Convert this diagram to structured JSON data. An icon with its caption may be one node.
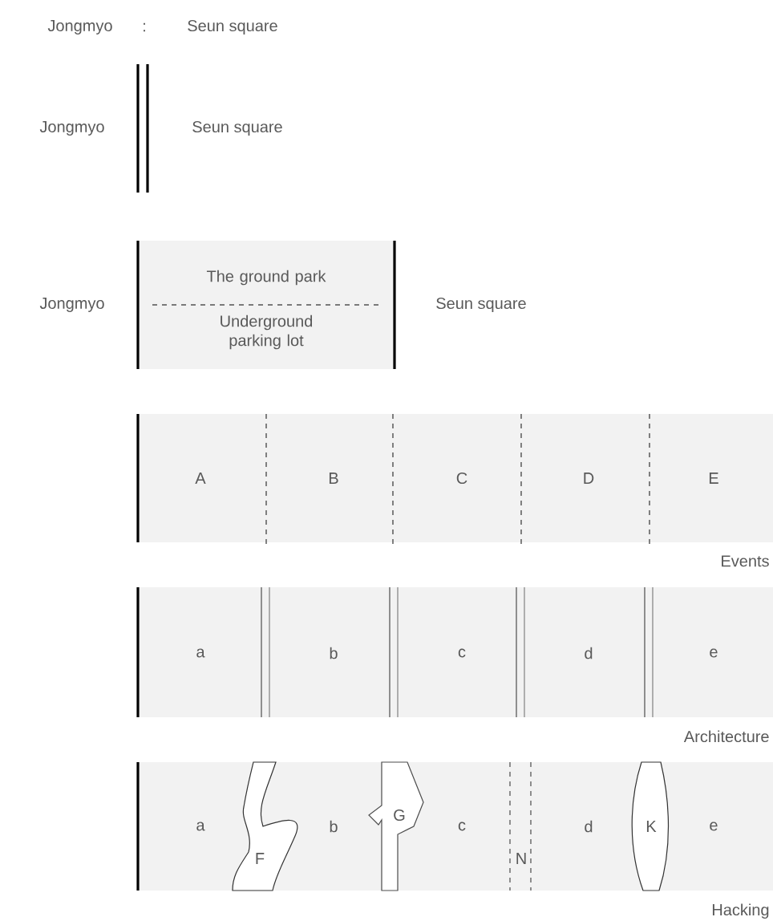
{
  "diagram": {
    "nodes": [
      {
        "text": [
          "The ground park",
          "Underground parking lot"
        ]
      },
      {
        "text": [],
        "shape": "box",
        "beside": [
          "Events"
        ]
      },
      {
        "text": [
          "A"
        ],
        "in": 1
      },
      {
        "text": [
          "B"
        ],
        "in": 1
      },
      {
        "text": [
          "C"
        ],
        "in": 1
      },
      {
        "text": [
          "D"
        ],
        "in": 1
      },
      {
        "text": [
          "E"
        ],
        "in": 1
      },
      {
        "text": [],
        "shape": "box",
        "beside": [
          "Architecture"
        ]
      },
      {
        "text": [
          "a"
        ],
        "in": 7
      },
      {
        "text": [
          "b"
        ],
        "in": 7
      },
      {
        "text": [
          "c"
        ],
        "in": 7
      },
      {
        "text": [
          "d"
        ],
        "in": 7
      },
      {
        "text": [
          "e"
        ],
        "in": 7
      },
      {
        "text": [],
        "shape": "box",
        "beside": [
          "Hacking"
        ]
      },
      {
        "text": [
          "a"
        ],
        "in": 13
      },
      {
        "text": [
          "F"
        ],
        "in": 13
      },
      {
        "text": [
          "b"
        ],
        "in": 13
      },
      {
        "text": [
          "G"
        ],
        "in": 13
      },
      {
        "text": [
          "c"
        ],
        "in": 13
      },
      {
        "text": [
          "N"
        ],
        "in": 13
      },
      {
        "text": [
          "d"
        ],
        "in": 13
      },
      {
        "text": [
          "K"
        ],
        "in": 13
      },
      {
        "text": [
          "e"
        ],
        "in": 13
      }
    ],
    "edges": [],
    "labels": [
      "Jongmyo",
      ":",
      "Seun square",
      "Jongmyo",
      "Seun square",
      "Jongmyo",
      "Seun square"
    ]
  }
}
